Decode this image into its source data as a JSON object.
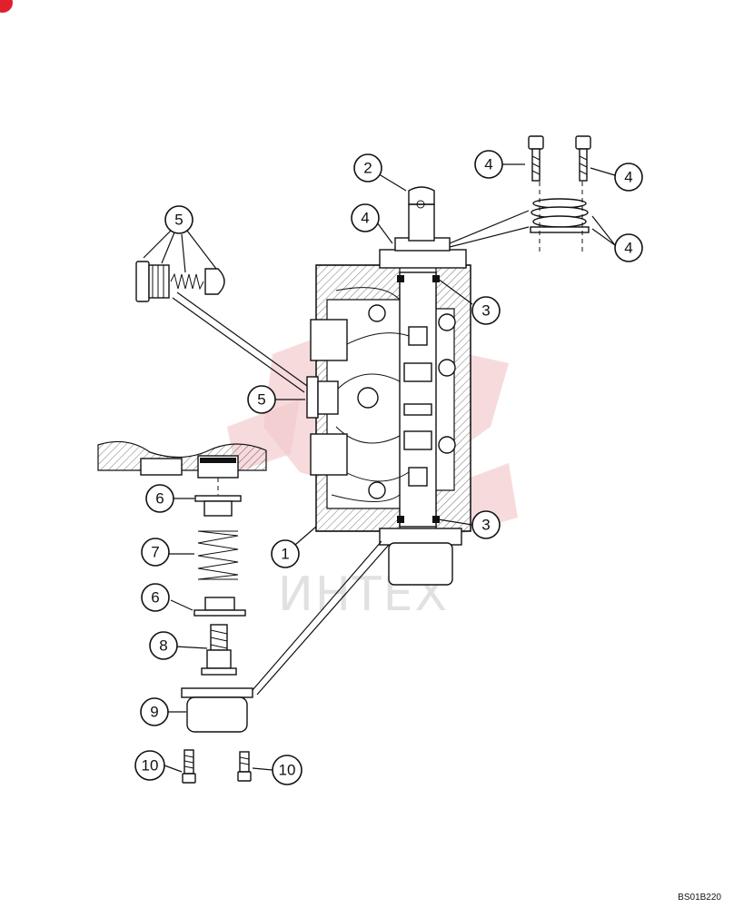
{
  "document": {
    "drawing_code": "BS01B220",
    "watermark_text": "ИНТЕХ",
    "watermark_color": "#e8a0a4",
    "badge_color": "#e0202a"
  },
  "callouts": {
    "c1": "1",
    "c2": "2",
    "c3a": "3",
    "c3b": "3",
    "c4a": "4",
    "c4b": "4",
    "c4c": "4",
    "c4d": "4",
    "c5a": "5",
    "c5b": "5",
    "c6a": "6",
    "c6b": "6",
    "c7": "7",
    "c8": "8",
    "c9": "9",
    "c10a": "10",
    "c10b": "10"
  }
}
